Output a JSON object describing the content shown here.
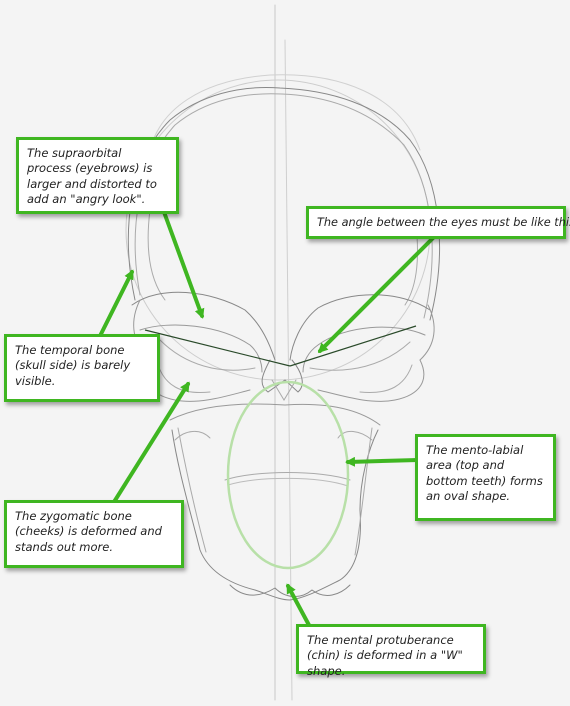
{
  "diagram": {
    "subject": "skull sketch",
    "accent_color": "#3fb621",
    "pencil_color": "#9a9a9a",
    "oval_color": "#b8e0a8",
    "callouts": {
      "supraorbital": "The supraorbital process (eyebrows) is larger and distorted to add an \"angry look\".",
      "eye_angle": "The angle between the eyes must be like this",
      "temporal": "The temporal bone (skull side) is barely visible.",
      "mento_labial": "The mento-labial area (top and bottom teeth) forms an oval shape.",
      "zygomatic": "The zygomatic bone (cheeks) is deformed and stands out more.",
      "mental_protuberance": "The mental protuberance (chin) is deformed in a \"W\" shape."
    }
  }
}
